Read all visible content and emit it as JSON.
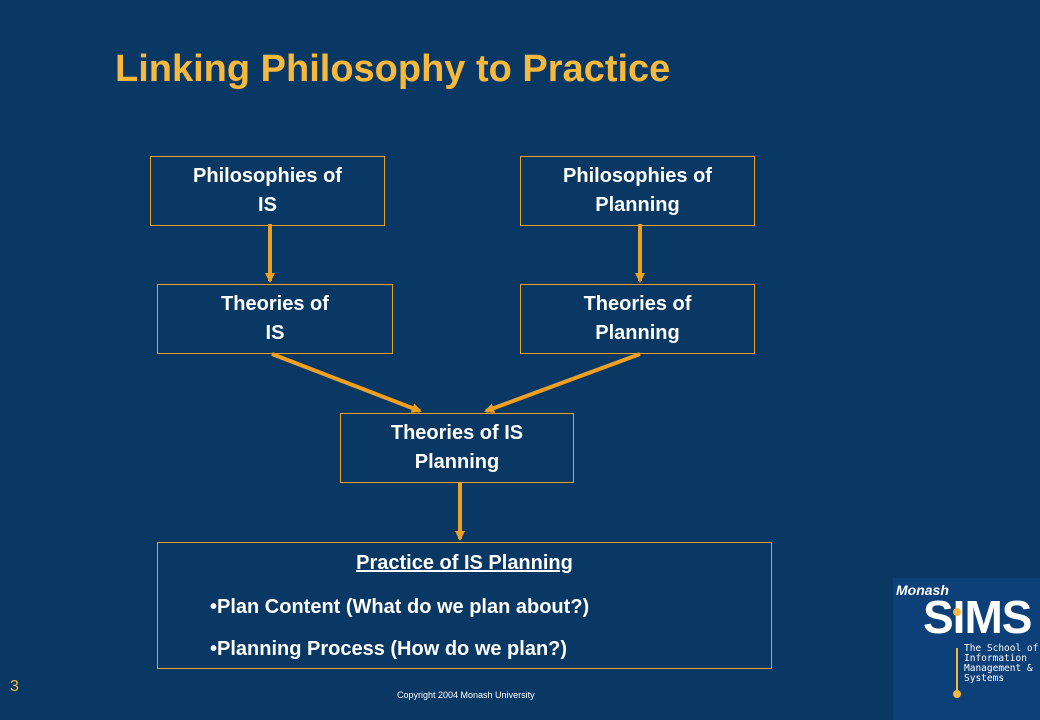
{
  "slide": {
    "title": "Linking Philosophy to Practice",
    "number": "3",
    "copyright": "Copyright 2004 Monash University"
  },
  "boxes": {
    "phil_is": [
      "Philosophies of",
      "IS"
    ],
    "phil_planning": [
      "Philosophies of",
      "Planning"
    ],
    "theo_is": [
      "Theories of",
      "IS"
    ],
    "theo_planning": [
      "Theories of",
      "Planning"
    ],
    "theo_is_planning": [
      "Theories of IS",
      "Planning"
    ],
    "practice": {
      "heading": "Practice of IS Planning",
      "bullets": [
        "•Plan Content (What do we plan about?)",
        "•Planning Process (How do we plan?)"
      ]
    }
  },
  "logo": {
    "monash": "Monash",
    "sims": "SIMS",
    "tagline": [
      "The School of",
      "Information",
      "Management &",
      "Systems"
    ]
  },
  "colors": {
    "background": "#0a3864",
    "accent": "#f6b93c",
    "arrow": "#f0a020",
    "text": "#ffffff"
  }
}
